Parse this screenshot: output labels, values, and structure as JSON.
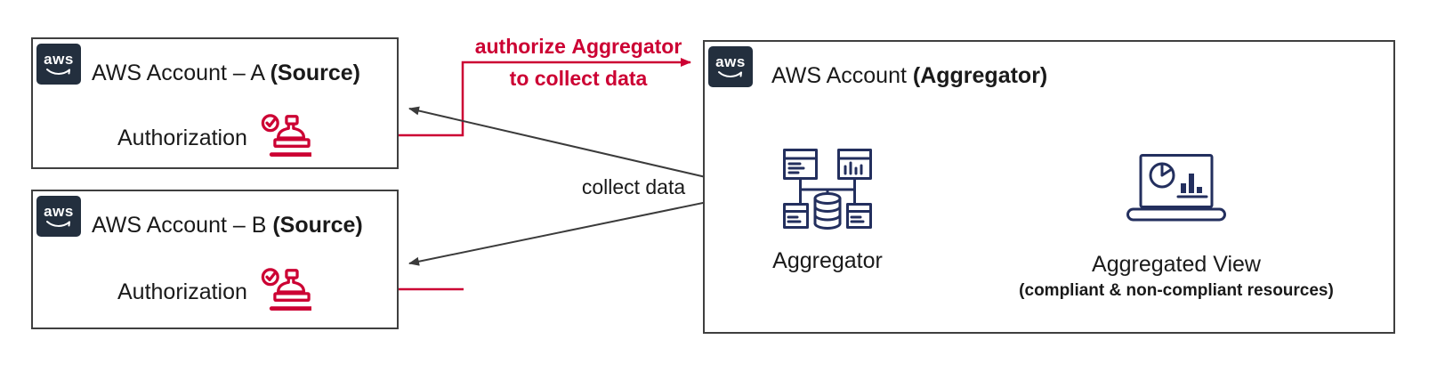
{
  "colors": {
    "red": "#cc0033",
    "ink": "#1a1a1a",
    "arrow": "#3b3b3b",
    "icon_navy": "#232f5e",
    "aws_dark": "#232f3e"
  },
  "aws_logo_text": "aws",
  "boxes": {
    "source_a": {
      "title": "AWS Account – A",
      "title_bold": "(Source)",
      "authorization": "Authorization"
    },
    "source_b": {
      "title": "AWS Account – B",
      "title_bold": "(Source)",
      "authorization": "Authorization"
    },
    "aggregator": {
      "title": "AWS Account",
      "title_bold": "(Aggregator)",
      "aggregator_label": "Aggregator",
      "aggregated_view_label": "Aggregated View",
      "aggregated_view_sub": "(compliant & non-compliant resources)"
    }
  },
  "edges": {
    "authorize_prefix": "authorize",
    "authorize_bold": "Aggregator",
    "authorize_line2": "to collect data",
    "collect_data": "collect data"
  }
}
